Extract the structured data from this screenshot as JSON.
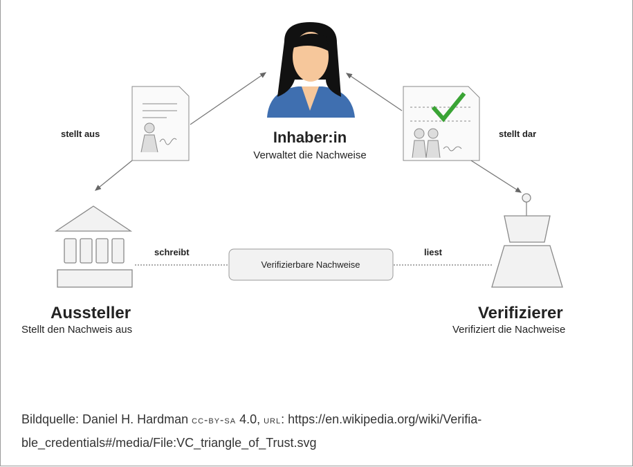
{
  "diagram": {
    "holder": {
      "title": "Inhaber:in",
      "subtitle": "Verwaltet die Nachweise"
    },
    "issuer": {
      "title": "Aussteller",
      "subtitle": "Stellt den Nachweis aus"
    },
    "verifier": {
      "title": "Verifizierer",
      "subtitle": "Verifiziert die Nachweise"
    },
    "edges": {
      "issues": "stellt aus",
      "presents": "stellt dar",
      "writes": "schreibt",
      "reads": "liest"
    },
    "registry": "Verifizierbare Nachweise",
    "colors": {
      "check": "#3aa435",
      "shirt": "#3f6fb0",
      "hair": "#111111",
      "skin": "#f6c79b"
    }
  },
  "caption": {
    "prefix": "Bildquelle: Daniel H. Hardman",
    "license": "cc-by-sa",
    "version": "4.0,",
    "url_label": "url",
    "url_line1": ": https://en.wikipedia.org/wiki/Verifia-",
    "url_line2": "ble_credentials#/media/File:VC_triangle_of_Trust.svg"
  }
}
